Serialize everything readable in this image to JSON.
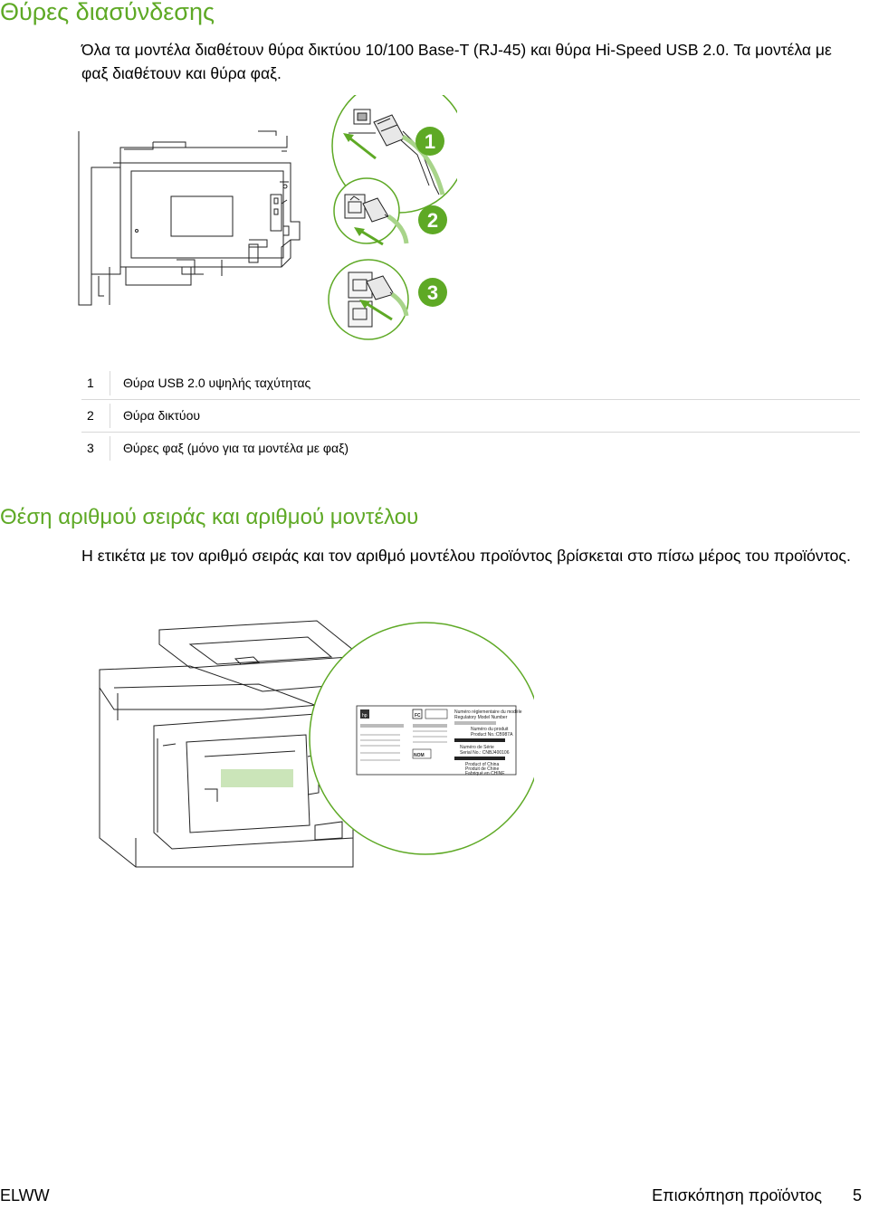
{
  "section1": {
    "title": "Θύρες διασύνδεσης",
    "paragraph": "Όλα τα μοντέλα διαθέτουν θύρα δικτύου 10/100 Base-T (RJ-45) και θύρα Hi-Speed USB 2.0. Τα μοντέλα με φαξ διαθέτουν και θύρα φαξ."
  },
  "callouts": [
    "1",
    "2",
    "3"
  ],
  "legend": [
    {
      "num": "1",
      "text": "Θύρα USB 2.0 υψηλής ταχύτητας"
    },
    {
      "num": "2",
      "text": "Θύρα δικτύου"
    },
    {
      "num": "3",
      "text": "Θύρες φαξ (μόνο για τα μοντέλα με φαξ)"
    }
  ],
  "section2": {
    "title": "Θέση αριθμού σειράς και αριθμού μοντέλου",
    "paragraph": "Η ετικέτα με τον αριθμό σειράς και τον αριθμό μοντέλου προϊόντος βρίσκεται στο πίσω μέρος του προϊόντος."
  },
  "label": {
    "regulatory": "Numéro réglementaire du modèle\nRegulatory Model Number",
    "product_fr": "Numéro du produit",
    "product_no": "Product No.:CB987A",
    "serial_fr": "Numéro de Série",
    "serial_no": "Serial No.: CNBJ400106",
    "origin_fr": "Product of China",
    "origin_fr2": "Produit de Chine",
    "origin_fr3": "Fabriqué en CHINE"
  },
  "colors": {
    "accent": "#5ea925",
    "line": "#222222"
  },
  "footer": {
    "left": "ELWW",
    "right": "Επισκόπηση προϊόντος",
    "page": "5"
  }
}
